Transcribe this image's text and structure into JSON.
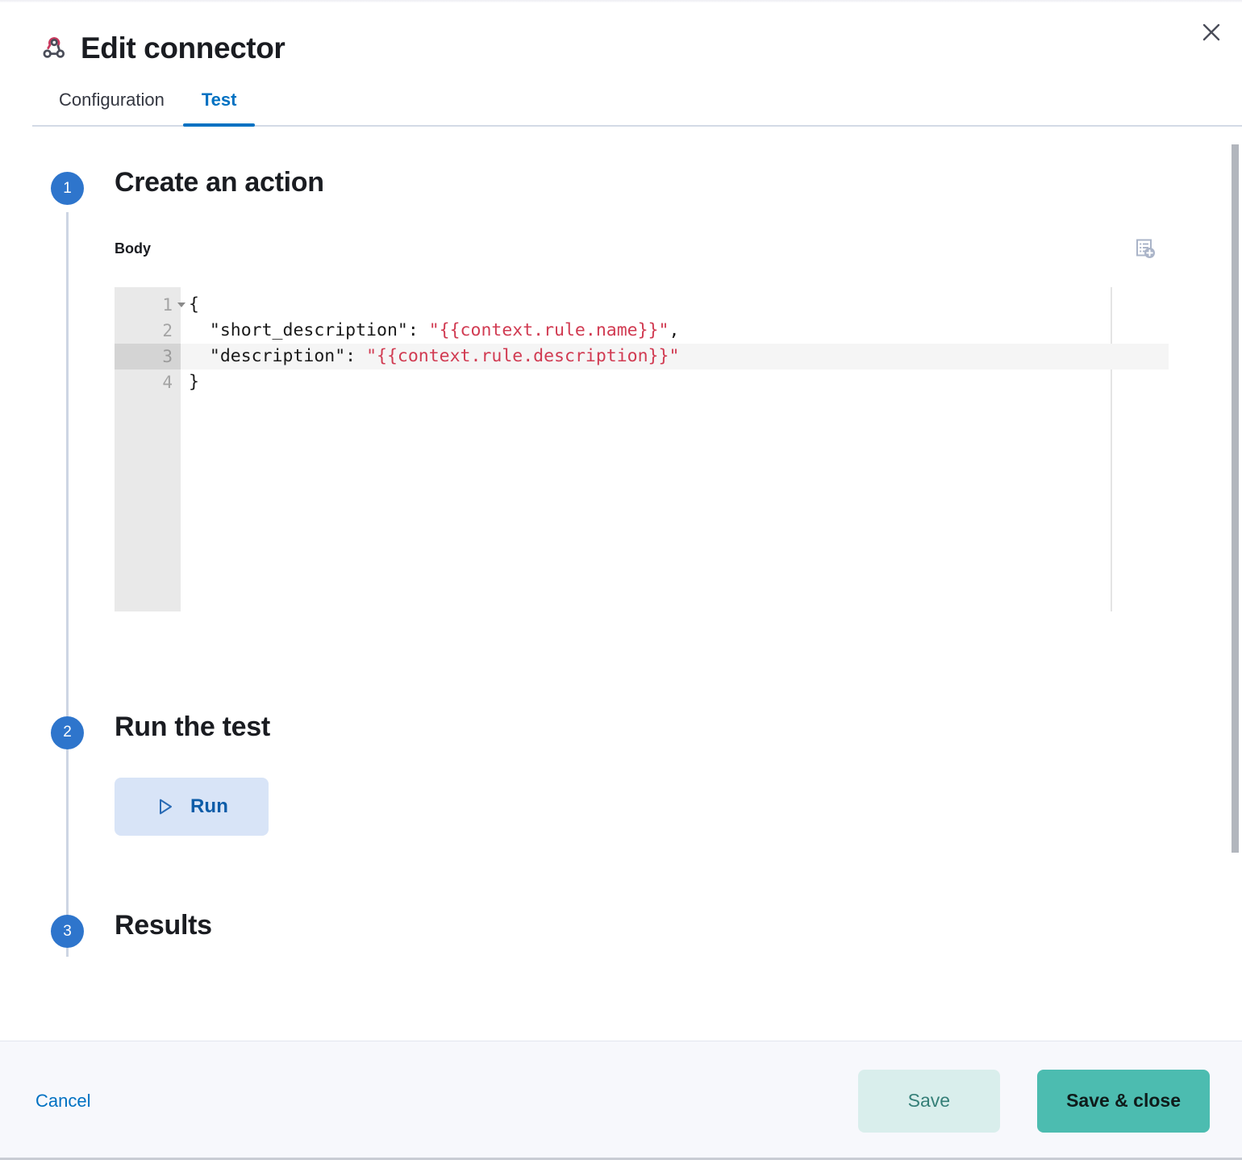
{
  "header": {
    "title": "Edit connector",
    "icon": "webhook-icon",
    "close_label": "×"
  },
  "tabs": [
    {
      "id": "configuration",
      "label": "Configuration",
      "selected": false
    },
    {
      "id": "test",
      "label": "Test",
      "selected": true
    }
  ],
  "steps": [
    {
      "number": "1",
      "title": "Create an action"
    },
    {
      "number": "2",
      "title": "Run the test"
    },
    {
      "number": "3",
      "title": "Results"
    }
  ],
  "body_field": {
    "label": "Body",
    "add_variable_icon": "add-variable-icon",
    "active_line": 3,
    "lines": [
      {
        "number": "1",
        "foldable": true,
        "segments": [
          {
            "text": "{",
            "type": "plain"
          }
        ]
      },
      {
        "number": "2",
        "foldable": false,
        "segments": [
          {
            "text": "  \"short_description\": ",
            "type": "plain"
          },
          {
            "text": "\"{{context.rule.name}}\"",
            "type": "var"
          },
          {
            "text": ",",
            "type": "plain"
          }
        ]
      },
      {
        "number": "3",
        "foldable": false,
        "segments": [
          {
            "text": "  \"description\": ",
            "type": "plain"
          },
          {
            "text": "\"{{context.rule.description}}\"",
            "type": "var"
          }
        ]
      },
      {
        "number": "4",
        "foldable": false,
        "segments": [
          {
            "text": "}",
            "type": "plain"
          }
        ]
      }
    ]
  },
  "run": {
    "label": "Run",
    "icon": "play-icon"
  },
  "footer": {
    "cancel_label": "Cancel",
    "save_label": "Save",
    "save_close_label": "Save & close"
  },
  "colors": {
    "accent_blue": "#0071c2",
    "step_badge": "#2e75cc",
    "save_primary": "#4cbcb0",
    "save_secondary": "#d9eeec",
    "code_variable": "#d13b52",
    "webhook_pink": "#c9395e"
  }
}
